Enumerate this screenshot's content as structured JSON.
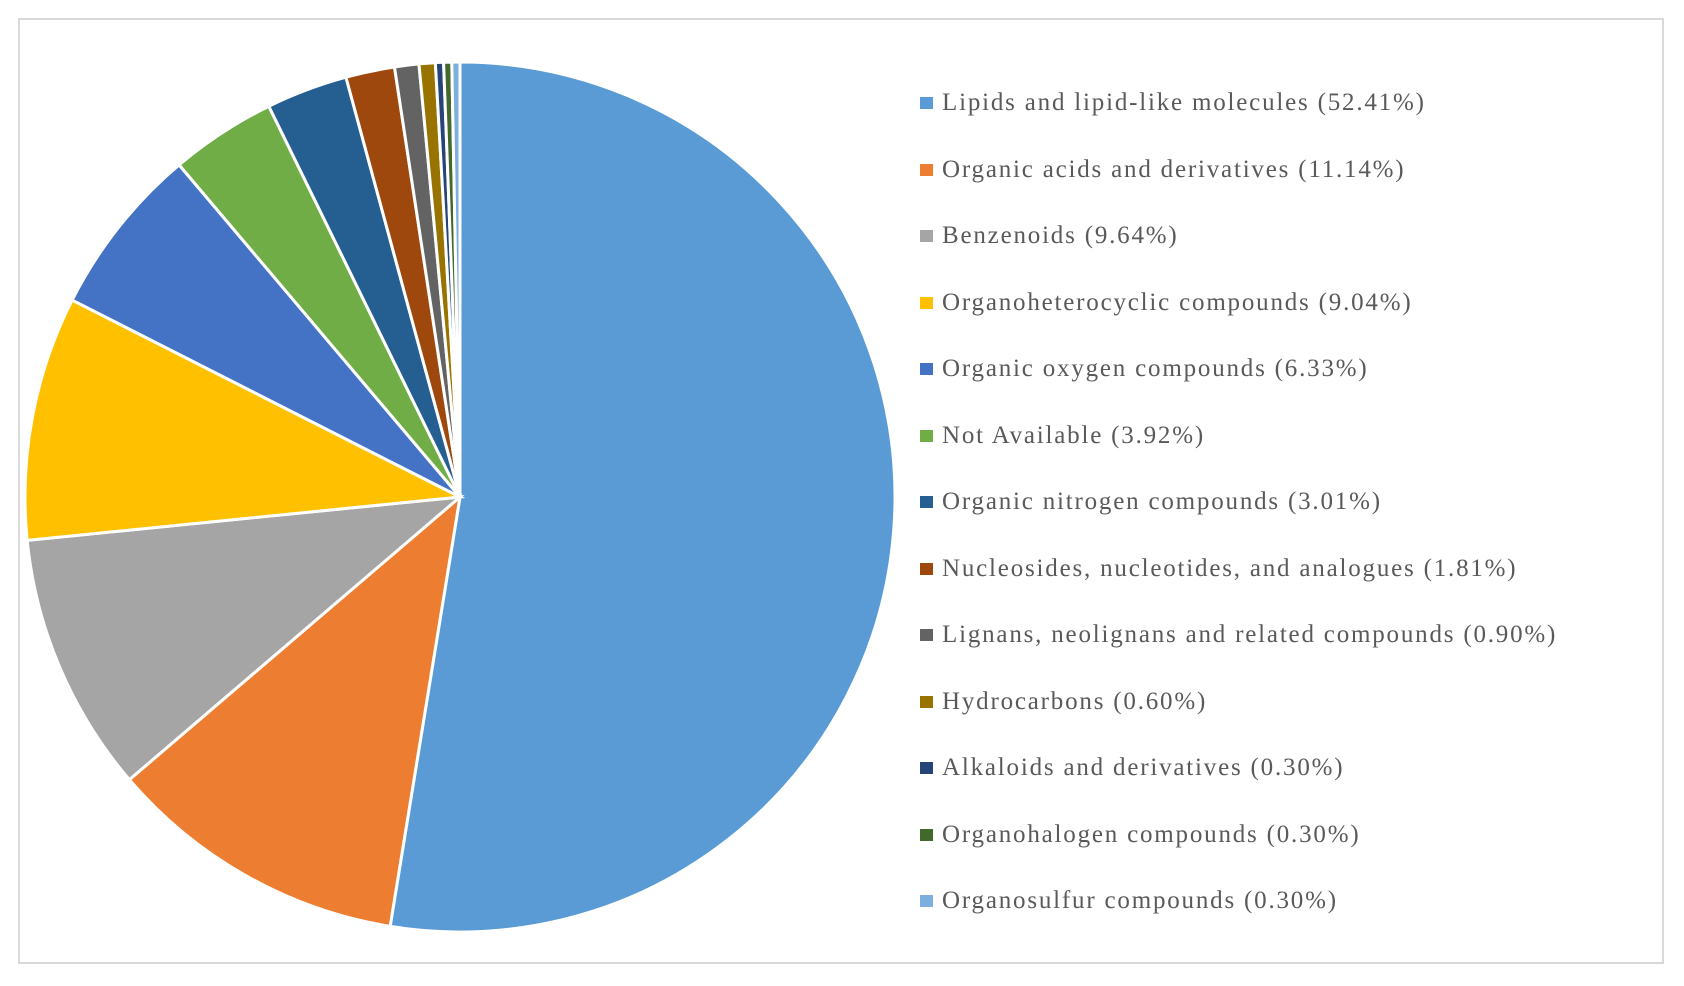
{
  "figure": {
    "background_color": "#ffffff",
    "border_color": "#d9d9d9",
    "text_color": "#595959"
  },
  "chart_data": {
    "type": "pie",
    "title": "",
    "legend_position": "right",
    "start_angle_deg": 0,
    "direction": "clockwise",
    "slice_border_color": "#ffffff",
    "categories": [
      "Lipids and lipid-like molecules",
      "Organic acids and derivatives",
      "Benzenoids",
      "Organoheterocyclic compounds",
      "Organic oxygen compounds",
      "Not Available",
      "Organic nitrogen compounds",
      "Nucleosides, nucleotides, and analogues",
      "Lignans, neolignans and related compounds",
      "Hydrocarbons",
      "Alkaloids and derivatives",
      "Organohalogen compounds",
      "Organosulfur compounds"
    ],
    "values": [
      52.41,
      11.14,
      9.64,
      9.04,
      6.33,
      3.92,
      3.01,
      1.81,
      0.9,
      0.6,
      0.3,
      0.3,
      0.3
    ],
    "colors": [
      "#5B9BD5",
      "#ED7D31",
      "#A5A5A5",
      "#FFC000",
      "#4472C4",
      "#70AD47",
      "#255E91",
      "#9E480E",
      "#636363",
      "#997300",
      "#264478",
      "#43682B",
      "#7CAFDD"
    ],
    "legend_entries": [
      "Lipids and lipid-like molecules (52.41%)",
      "Organic acids and derivatives (11.14%)",
      "Benzenoids (9.64%)",
      "Organoheterocyclic compounds (9.04%)",
      "Organic oxygen compounds (6.33%)",
      "Not Available (3.92%)",
      "Organic nitrogen compounds (3.01%)",
      "Nucleosides, nucleotides, and analogues (1.81%)",
      "Lignans, neolignans and related compounds (0.90%)",
      "Hydrocarbons (0.60%)",
      "Alkaloids and derivatives (0.30%)",
      "Organohalogen compounds (0.30%)",
      "Organosulfur compounds (0.30%)"
    ]
  }
}
